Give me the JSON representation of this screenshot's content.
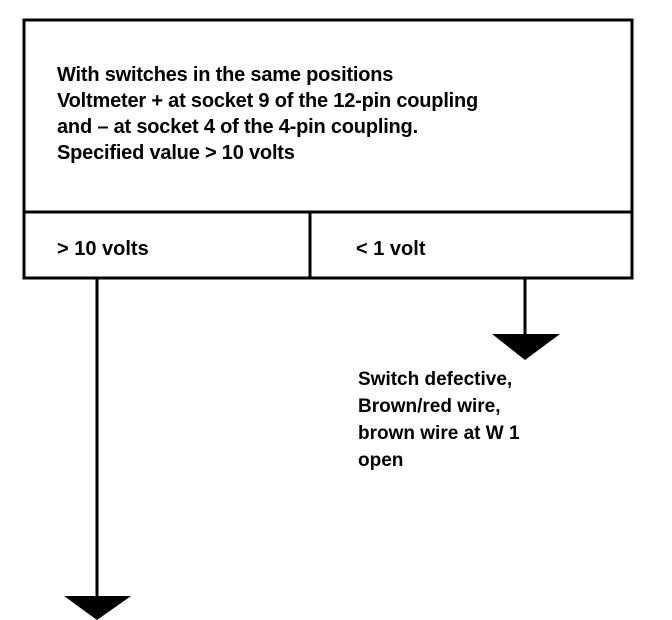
{
  "test_box": {
    "lines": [
      "With switches in the same positions",
      "Voltmeter + at socket 9 of the 12-pin coupling",
      "and – at socket 4 of the 4-pin coupling.",
      "Specified value > 10 volts"
    ]
  },
  "results": {
    "left_label": "> 10 volts",
    "right_label": "< 1 volt"
  },
  "right_outcome": {
    "lines": [
      "Switch defective,",
      "Brown/red wire,",
      "brown wire at W 1",
      "open"
    ]
  },
  "colors": {
    "line": "#000000",
    "background": "#ffffff"
  }
}
